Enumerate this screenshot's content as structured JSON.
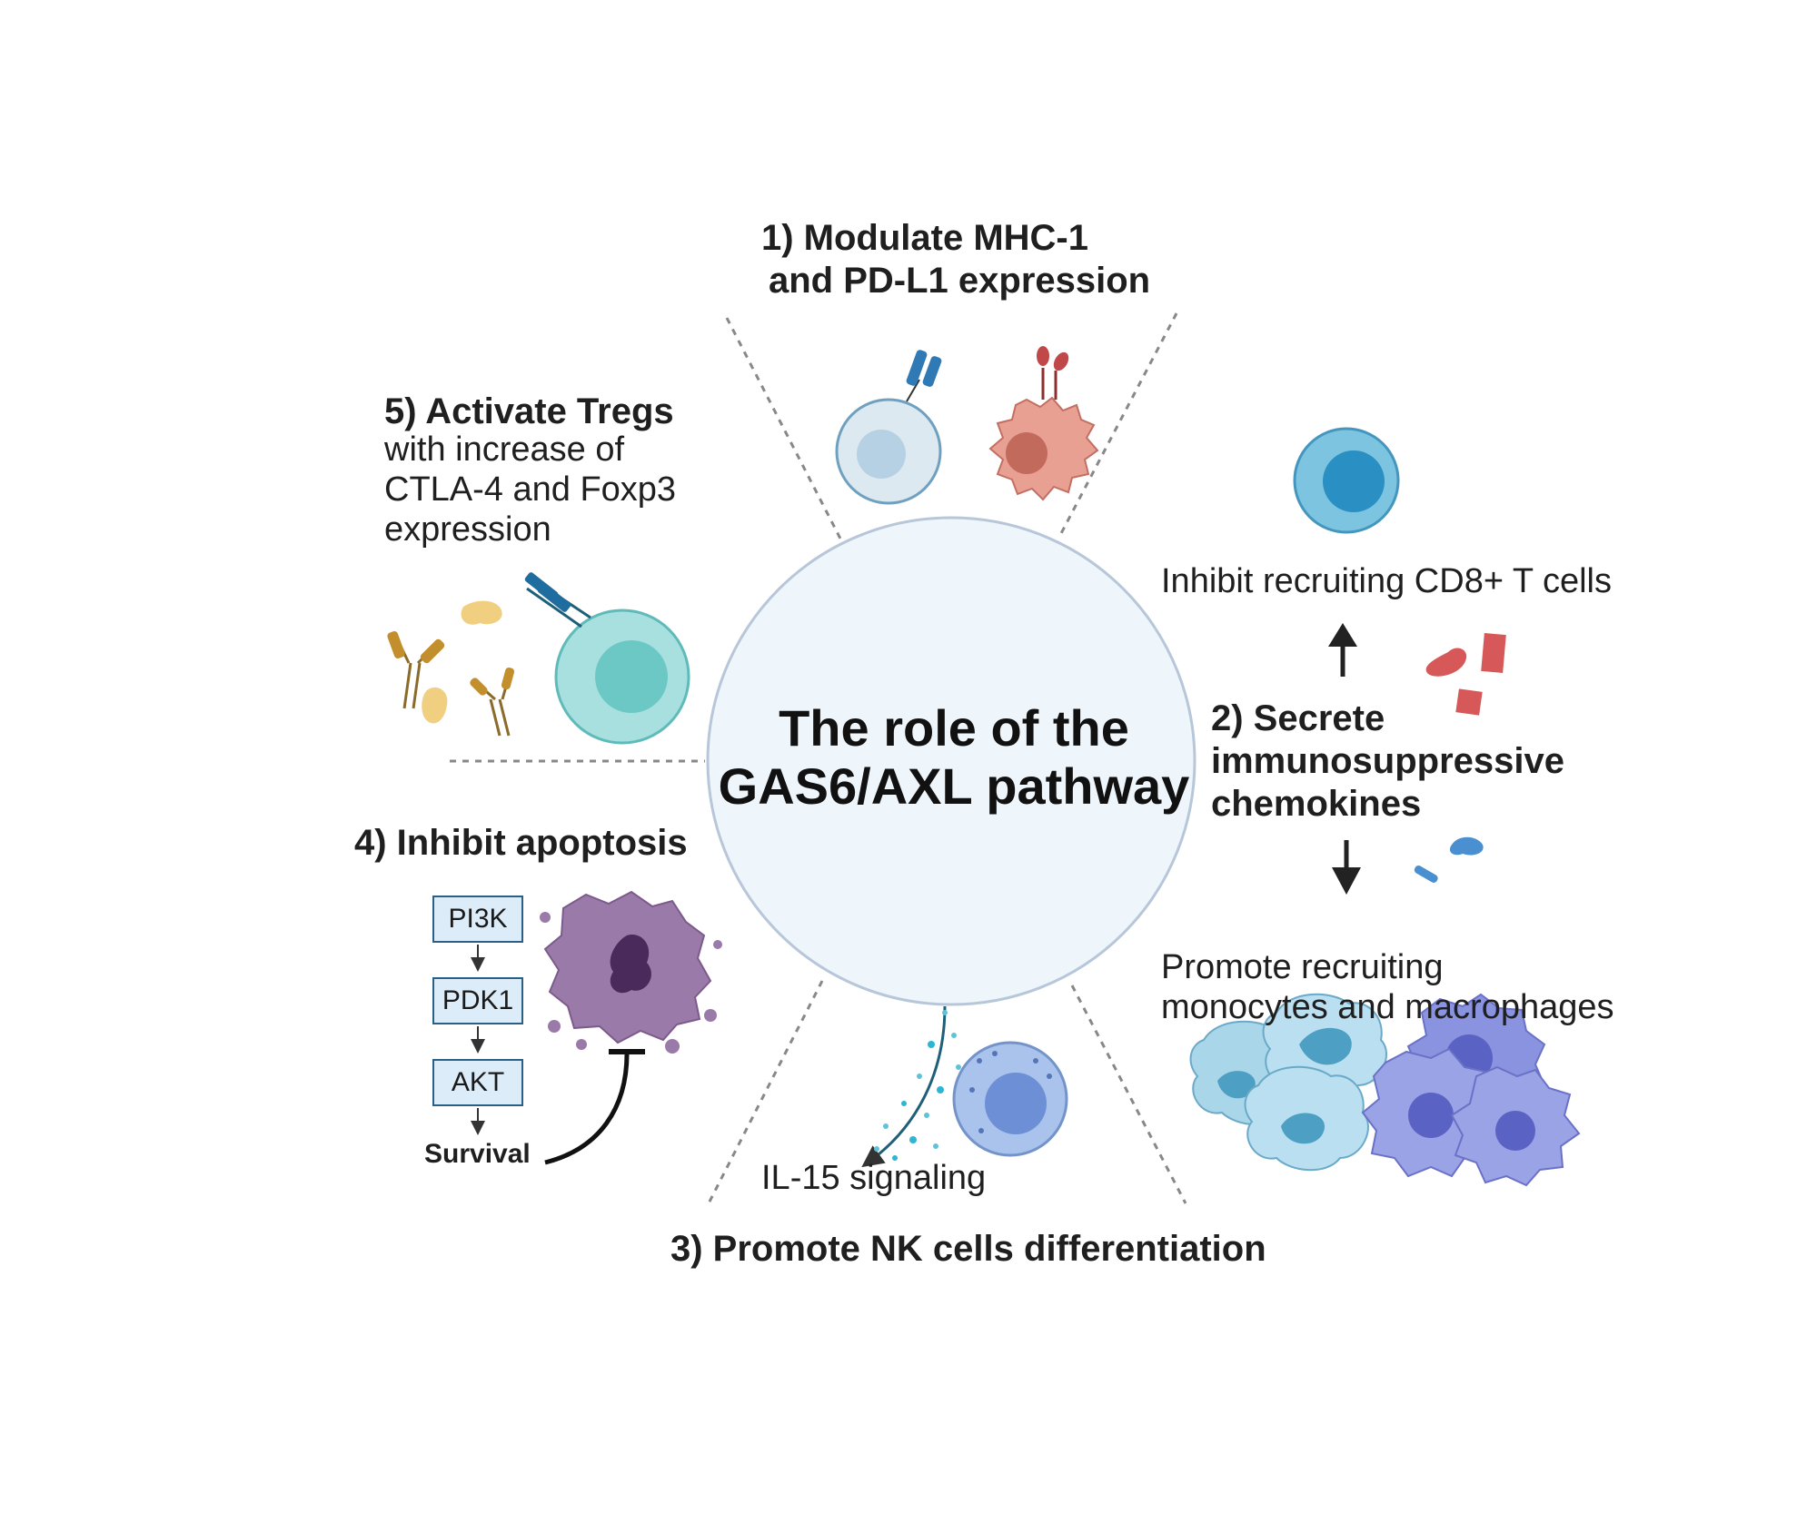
{
  "center": {
    "title_line1": "The role of the",
    "title_line2": "GAS6/AXL pathway"
  },
  "section1": {
    "title_line1": "1) Modulate MHC-1",
    "title_line2": "and PD-L1 expression"
  },
  "section2": {
    "title_line1": "2) Secrete",
    "title_line2": "immunosuppressive",
    "title_line3": "chemokines",
    "inhibit_label": "Inhibit recruiting CD8+ T cells",
    "promote_line1": "Promote recruiting",
    "promote_line2": "monocytes and macrophages"
  },
  "section3": {
    "title": "3) Promote NK cells differentiation",
    "signal_label": "IL-15 signaling"
  },
  "section4": {
    "title": "4) Inhibit apoptosis",
    "pathway": [
      "PI3K",
      "PDK1",
      "AKT"
    ],
    "outcome": "Survival"
  },
  "section5": {
    "title": "5) Activate Tregs",
    "desc_line1": "with increase of",
    "desc_line2": "CTLA-4 and Foxp3",
    "desc_line3": "expression"
  },
  "colors": {
    "center_fill": "#eef5fb",
    "center_stroke": "#b7c7d9",
    "tcell": "#7cc4e0",
    "tumor": "#e8a093",
    "treg": "#a8e0e0",
    "apoptotic": "#9a7aa8",
    "nk": "#a9c3ec",
    "monocyte": "#a9d6e8",
    "macrophage": "#8a93df",
    "chemokine_red": "#d65858",
    "chemokine_blue": "#4a8fd0",
    "antibody": "#c28f2c"
  }
}
